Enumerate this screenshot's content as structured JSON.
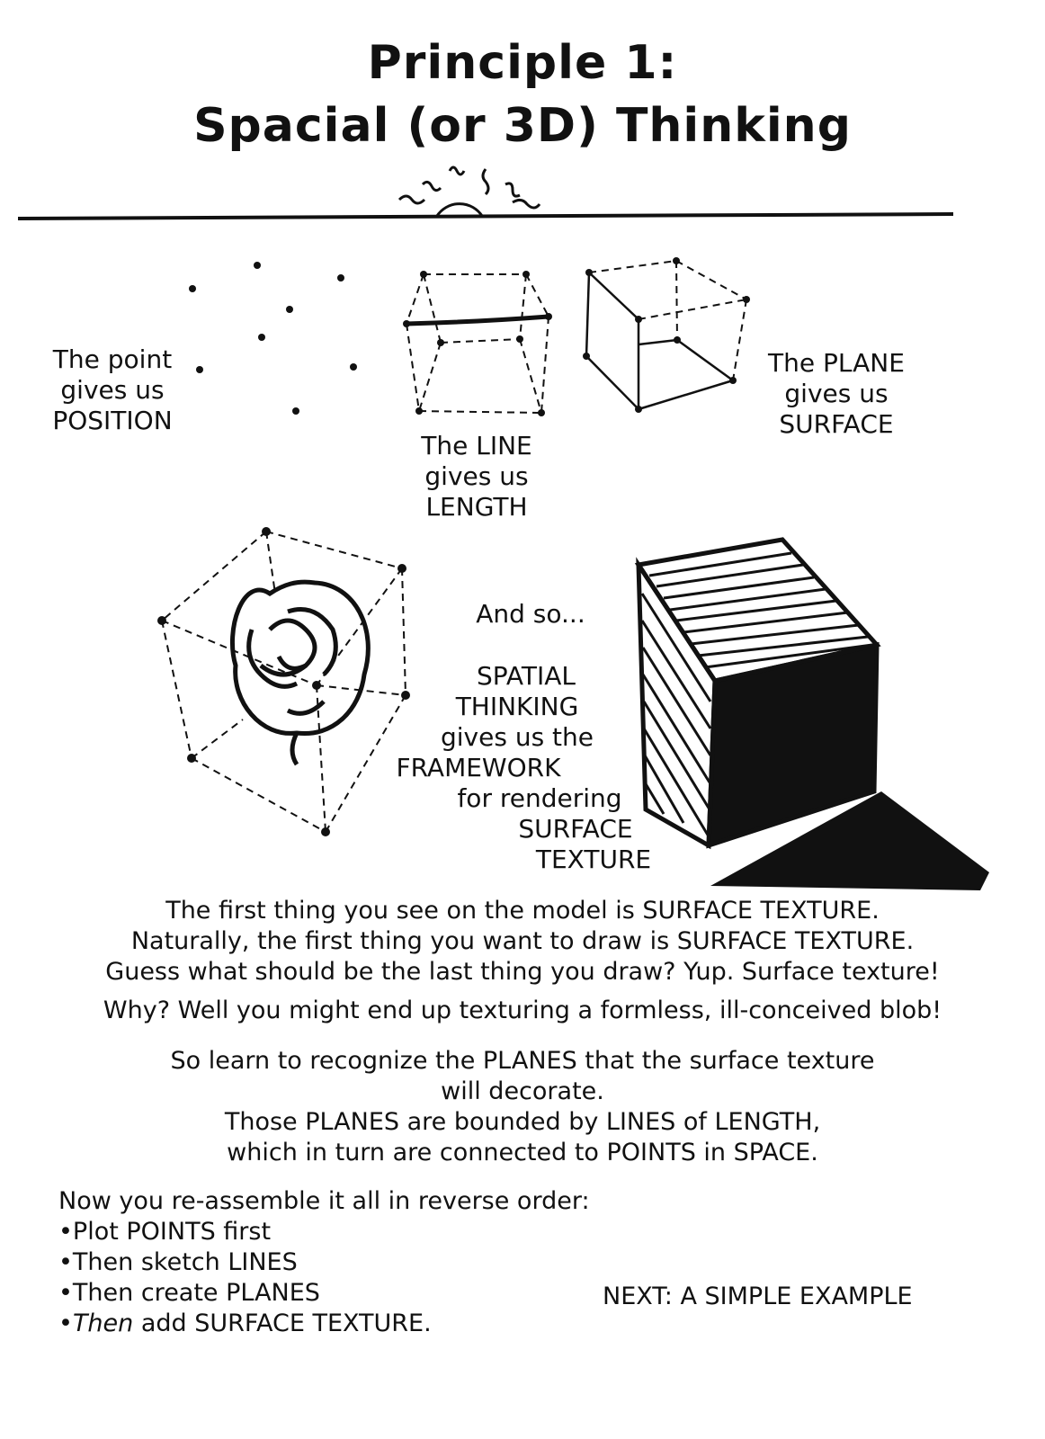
{
  "title": {
    "line1": "Principle 1:",
    "line2": "Spacial (or 3D) Thinking"
  },
  "labels": {
    "point": [
      "The point",
      "gives us",
      "POSITION"
    ],
    "line": [
      "The LINE",
      "gives us",
      "LENGTH"
    ],
    "plane": [
      "The PLANE",
      "gives us",
      "SURFACE"
    ],
    "spatial": [
      "And so...",
      "SPATIAL",
      "THINKING",
      "gives us the",
      "FRAMEWORK",
      "for rendering",
      "SURFACE",
      "TEXTURE"
    ]
  },
  "paragraphs": {
    "p1": [
      "The first thing you see on the model is SURFACE TEXTURE.",
      "Naturally, the first thing you want to draw is SURFACE TEXTURE.",
      "Guess what should be the last thing you draw? Yup. Surface texture!"
    ],
    "p2": "Why? Well you might end up texturing a formless, ill-conceived blob!",
    "p3": [
      "So learn to recognize the PLANES that the surface texture",
      "will decorate.",
      "Those PLANES are bounded by LINES of LENGTH,",
      "which in turn are connected to POINTS in SPACE."
    ]
  },
  "steps": {
    "intro": "Now you re-assemble it all in reverse order:",
    "items": [
      {
        "prefix": "",
        "text": "•Plot POINTS first"
      },
      {
        "prefix": "",
        "text": "•Then sketch LINES"
      },
      {
        "prefix": "",
        "text": "•Then create PLANES"
      },
      {
        "prefix": "Then",
        "text": " add SURFACE TEXTURE."
      }
    ],
    "bullet": "•"
  },
  "next": "NEXT: A SIMPLE EXAMPLE"
}
